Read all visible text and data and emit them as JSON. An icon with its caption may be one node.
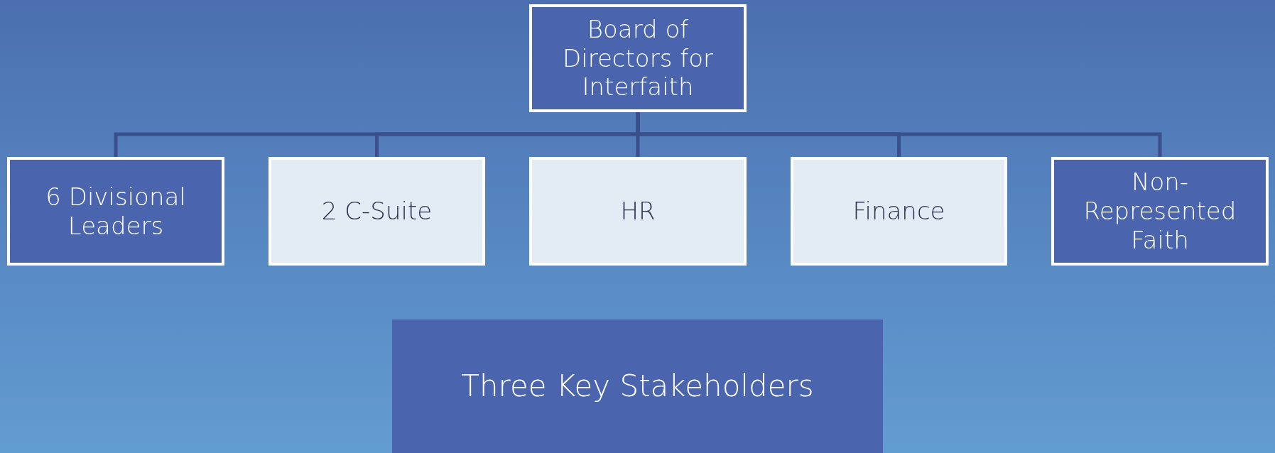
{
  "diagram": {
    "nodes": [
      {
        "text": [
          "Board of Directors for Interfaith"
        ]
      },
      {
        "text": [
          "6 Divisional Leaders"
        ]
      },
      {
        "text": [
          "2 C-Suite"
        ]
      },
      {
        "text": [
          "HR"
        ]
      },
      {
        "text": [
          "Finance"
        ]
      },
      {
        "text": [
          "Non-Represented Faith"
        ]
      },
      {
        "text": [
          "Three Key Stakeholders"
        ]
      }
    ],
    "edges": [
      {
        "from": 0,
        "to": 1,
        "arrow": "none"
      },
      {
        "from": 0,
        "to": 2,
        "arrow": "none"
      },
      {
        "from": 0,
        "to": 3,
        "arrow": "none"
      },
      {
        "from": 0,
        "to": 4,
        "arrow": "none"
      },
      {
        "from": 0,
        "to": 5,
        "arrow": "none"
      }
    ]
  }
}
